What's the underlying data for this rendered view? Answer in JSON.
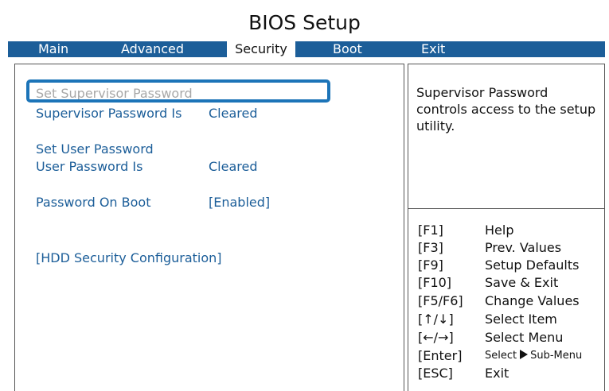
{
  "title": "BIOS Setup",
  "colors": {
    "accent": "#1c5e99",
    "focus_ring": "#1c74b8",
    "disabled_text": "#a8a8a8"
  },
  "menu": [
    {
      "label": "Main"
    },
    {
      "label": "Advanced"
    },
    {
      "label": "Security",
      "active": true
    },
    {
      "label": "Boot"
    },
    {
      "label": "Exit"
    }
  ],
  "items": {
    "set_supervisor_password": "Set Supervisor Password",
    "supervisor_password_is_label": "Supervisor Password Is",
    "supervisor_password_is_value": "Cleared",
    "set_user_password": "Set User Password",
    "user_password_is_label": "User Password Is",
    "user_password_is_value": "Cleared",
    "password_on_boot_label": "Password On Boot",
    "password_on_boot_value": "[Enabled]",
    "hdd_security": "[HDD Security Configuration]"
  },
  "help_text": "Supervisor Password controls access to the setup utility.",
  "keys": [
    {
      "key": "[F1]",
      "desc": "Help"
    },
    {
      "key": "[F3]",
      "desc": "Prev. Values"
    },
    {
      "key": "[F9]",
      "desc": "Setup Defaults"
    },
    {
      "key": "[F10]",
      "desc": "Save & Exit"
    },
    {
      "key": "[F5/F6]",
      "desc": "Change Values"
    },
    {
      "key": "[↑/↓]",
      "desc": "Select Item"
    },
    {
      "key": "[←/→]",
      "desc": "Select Menu"
    },
    {
      "key": "[Enter]",
      "desc_prefix": "Select",
      "desc_suffix": "Sub-Menu",
      "icon": "triangle-right-icon"
    },
    {
      "key": "[ESC]",
      "desc": "Exit"
    }
  ]
}
